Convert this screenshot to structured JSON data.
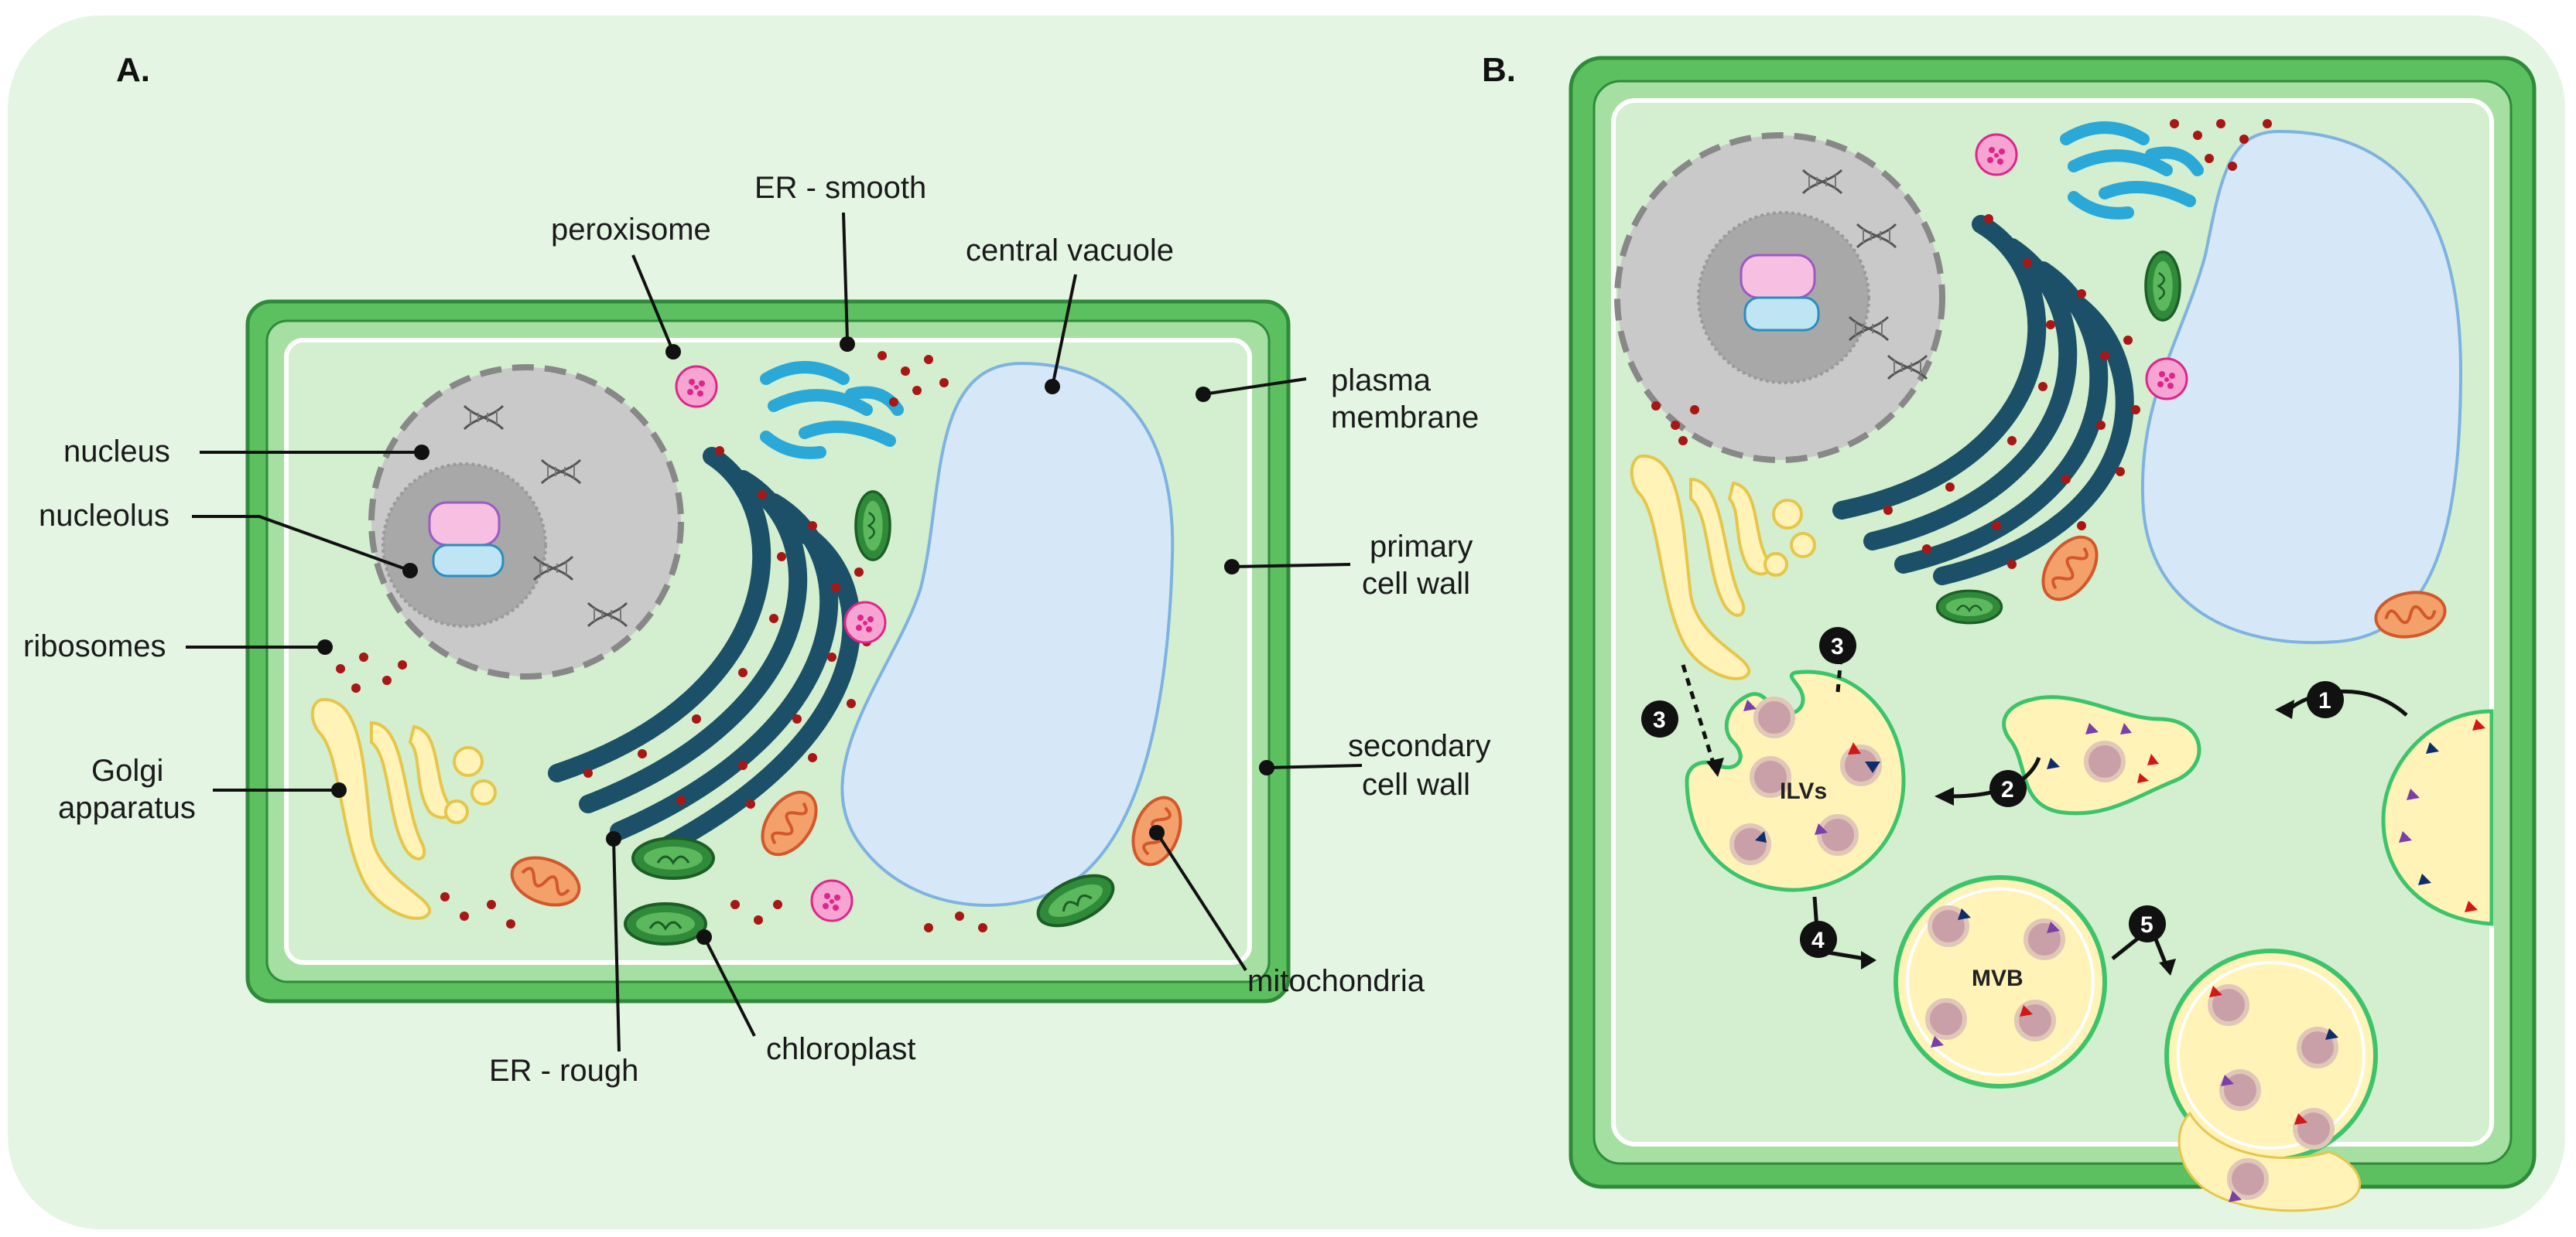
{
  "panels": {
    "a": "A.",
    "b": "B."
  },
  "labels": {
    "nucleus": "nucleus",
    "nucleolus": "nucleolus",
    "ribosomes": "ribosomes",
    "golgi_1": "Golgi",
    "golgi_2": "apparatus",
    "peroxisome": "peroxisome",
    "er_smooth": "ER - smooth",
    "central_vacuole": "central vacuole",
    "plasma_membrane_1": "plasma",
    "plasma_membrane_2": "membrane",
    "primary_wall_1": "primary",
    "primary_wall_2": "cell wall",
    "secondary_wall_1": "secondary",
    "secondary_wall_2": "cell wall",
    "mitochondria": "mitochondria",
    "chloroplast": "chloroplast",
    "er_rough": "ER - rough"
  },
  "inner_labels": {
    "ilvs": "ILVs",
    "mvb": "MVB"
  },
  "steps": [
    "1",
    "2",
    "3",
    "3",
    "4",
    "5"
  ],
  "colors": {
    "background": "#e5f5e4",
    "cell_wall_outer": "#5cc060",
    "cell_wall_inner": "#a6dfa2",
    "cytoplasm": "#d3efcf",
    "vacuole": "#d6e8f7",
    "nucleus": "#c9c9c9",
    "er": "#1b5068",
    "ribosome": "#b01717",
    "golgi": "#fff3b8",
    "mitochondria": "#f3a06a",
    "chloroplast": "#2f8a3a",
    "peroxisome": "#f06bb8",
    "smooth_er": "#2aa8d8"
  }
}
